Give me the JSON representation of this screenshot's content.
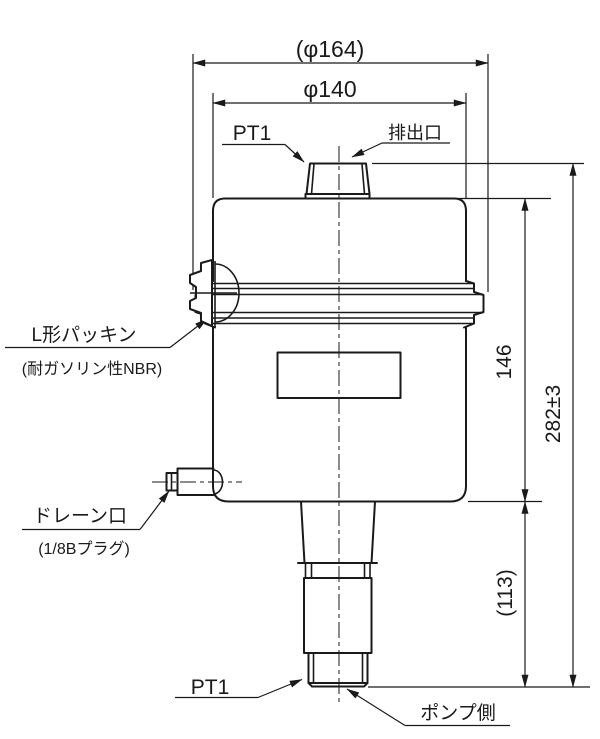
{
  "drawing": {
    "dims": {
      "outer_dia": "(φ164)",
      "lid_dia": "φ140",
      "upper_height": "146",
      "total_height": "282±3",
      "lower_height": "(113)"
    },
    "labels": {
      "top_thread": "PT1",
      "outlet": "排出口",
      "packing": "L形パッキン",
      "packing_material": "(耐ガソリン性NBR)",
      "drain": "ドレーン口",
      "drain_plug": "(1/8Bプラグ)",
      "bottom_thread": "PT1",
      "pump_side": "ポンプ側"
    },
    "colors": {
      "line": "#1a1a1a",
      "background": "#ffffff"
    }
  }
}
